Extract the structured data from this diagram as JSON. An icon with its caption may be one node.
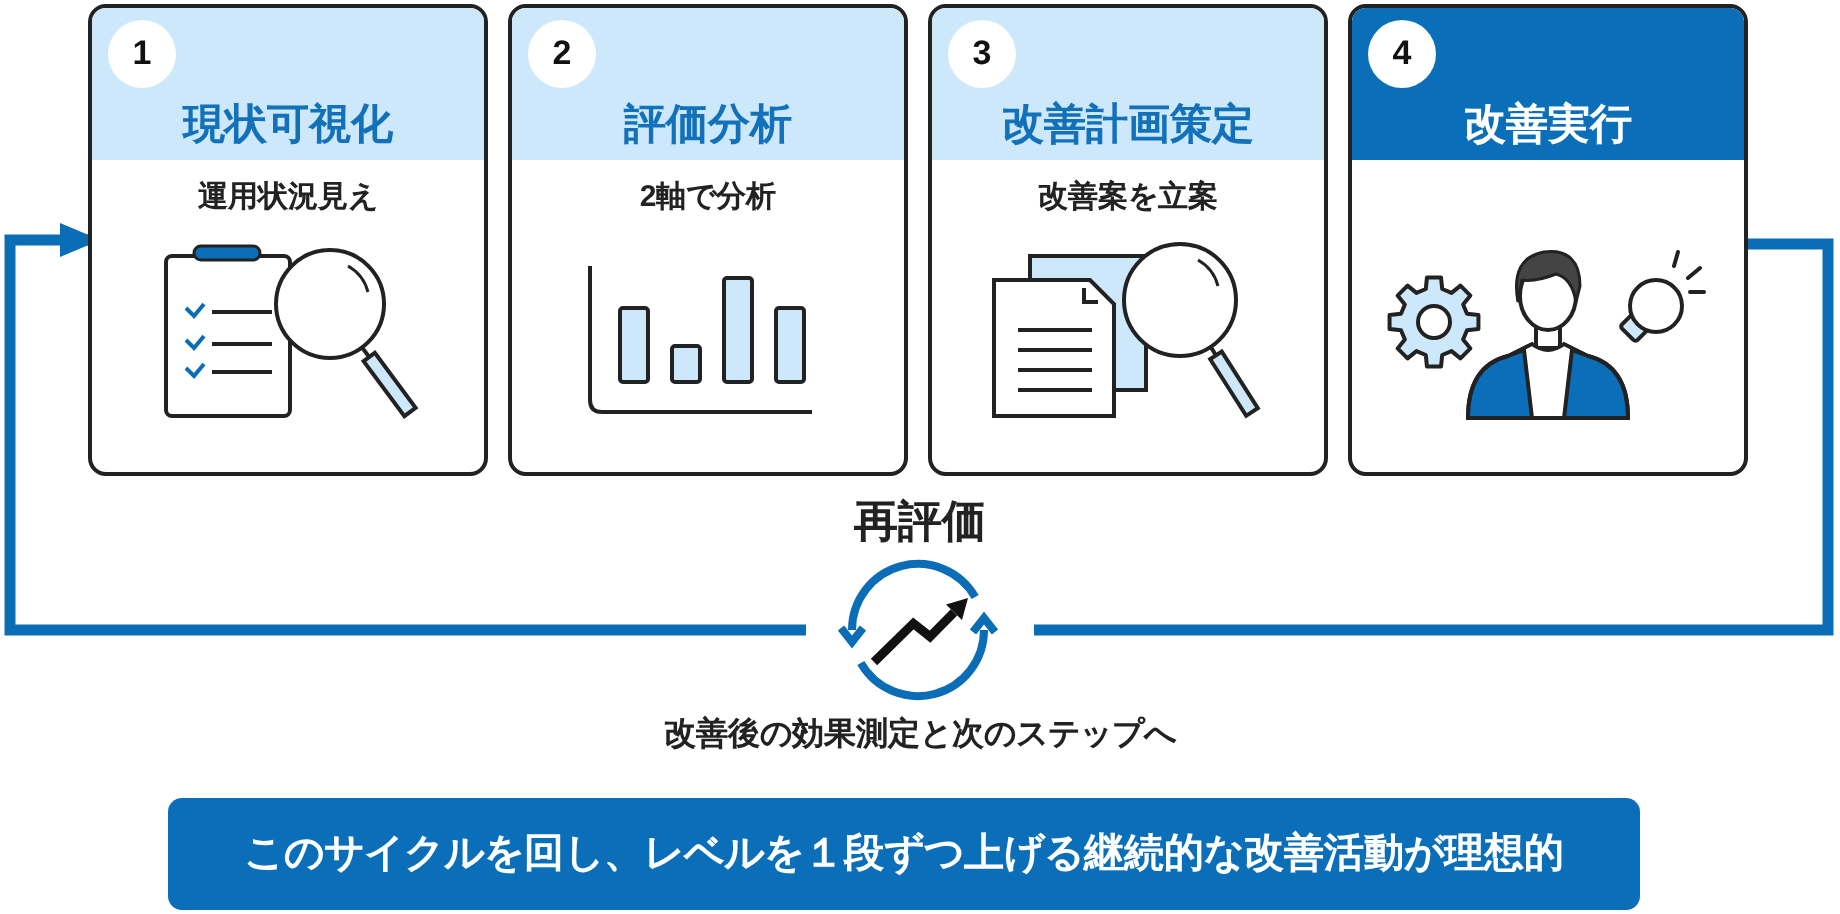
{
  "diagram": {
    "nodes": [
      {
        "text": [
          "1",
          "現状可視化",
          "運用状況見え"
        ]
      },
      {
        "text": [
          "2",
          "評価分析",
          "2軸で分析"
        ]
      },
      {
        "text": [
          "3",
          "改善計画策定",
          "改善案を立案"
        ]
      },
      {
        "text": [
          "4",
          "改善実行"
        ]
      },
      {
        "text": [
          "再評価"
        ],
        "beside": [
          "改善後の効果測定と次のステップへ"
        ]
      },
      {
        "text": [
          "このサイクルを回し、レベルを１段ずつ上げる継続的な改善活動が理想的"
        ]
      }
    ],
    "edges": [
      {
        "from": 3,
        "to": 4,
        "arrow": "none"
      },
      {
        "from": 4,
        "to": 0,
        "arrow": "to"
      }
    ]
  }
}
